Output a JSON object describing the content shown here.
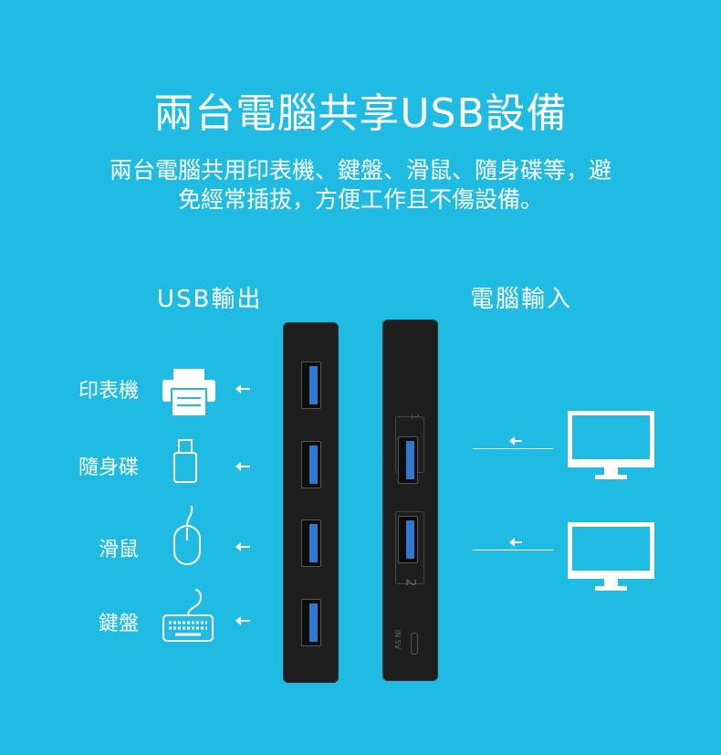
{
  "title": "兩台電腦共享USB設備",
  "subtitle": [
    "兩台電腦共用印表機、鍵盤、滑鼠、隨身碟等，避",
    "免經常插拔，方便工作且不傷設備。"
  ],
  "output_label": "USB輸出",
  "input_label": "電腦輸入",
  "devices": [
    {
      "label": "印表機",
      "icon": "printer-icon"
    },
    {
      "label": "隨身碟",
      "icon": "usb-drive-icon"
    },
    {
      "label": "滑鼠",
      "icon": "mouse-icon"
    },
    {
      "label": "鍵盤",
      "icon": "keyboard-icon"
    }
  ],
  "hub_markings": {
    "port1": "1",
    "port2": "2",
    "power": "IN 5V"
  },
  "colors": {
    "background": "#20bbe3",
    "hub": "#1e1e1e",
    "port": "#2f7ad0"
  }
}
